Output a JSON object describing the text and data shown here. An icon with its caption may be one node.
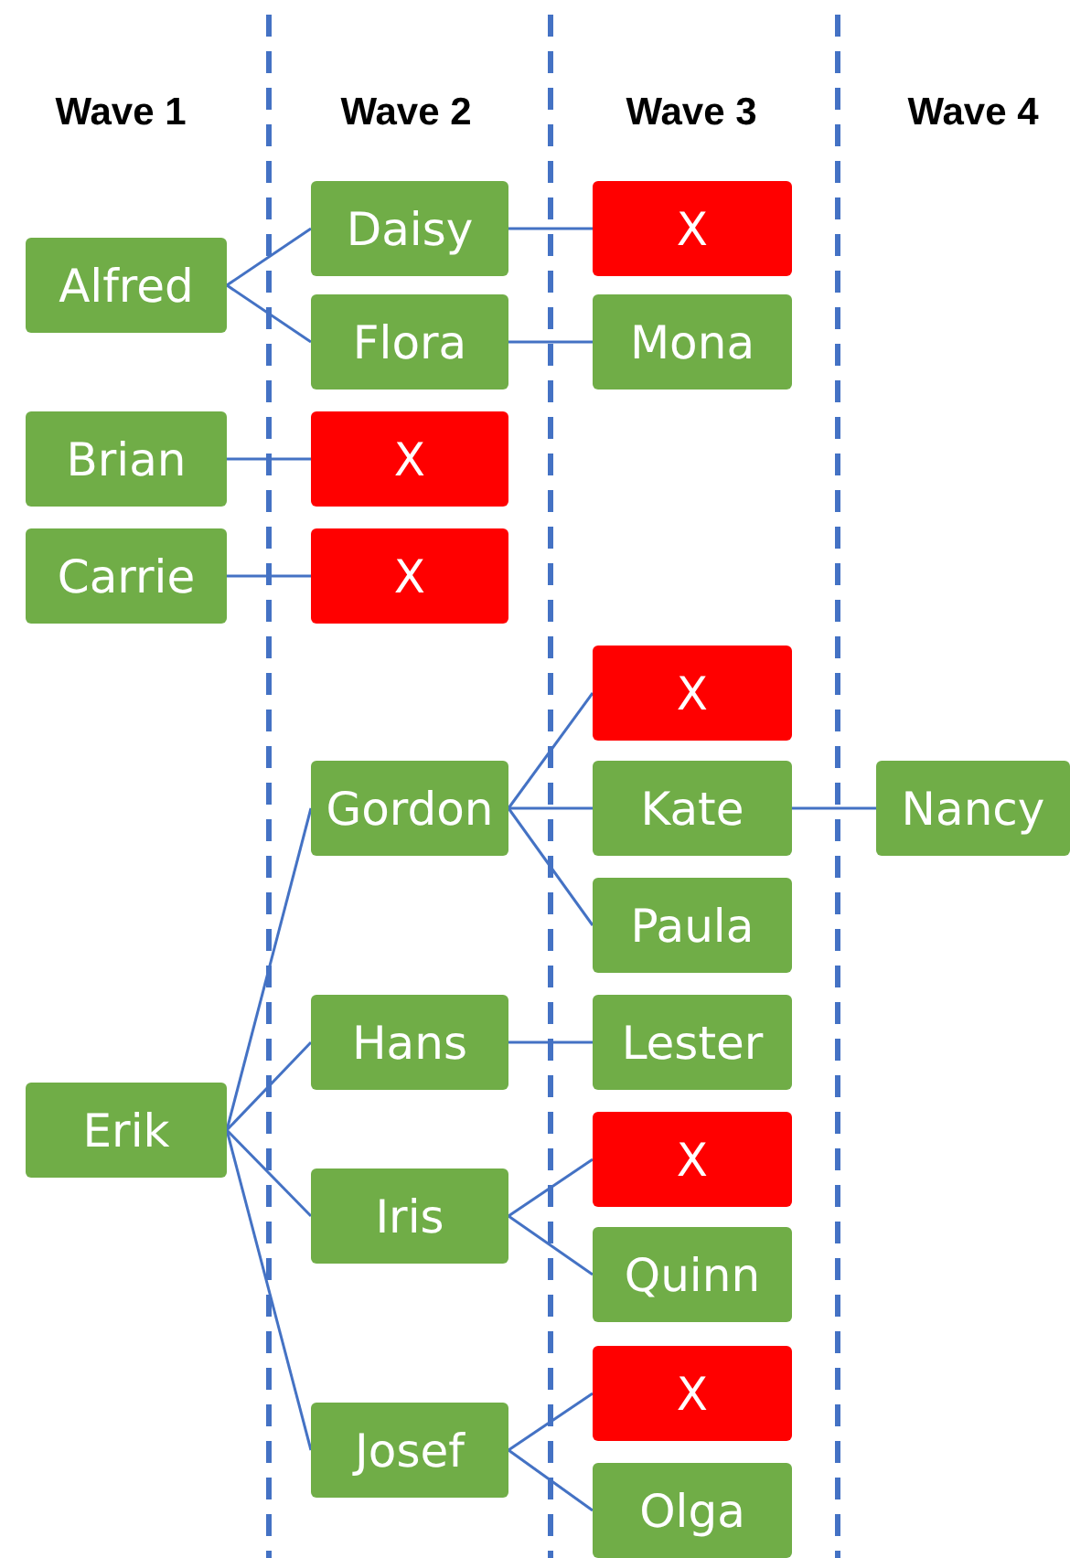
{
  "diagram": {
    "nodes": [
      {
        "text": [
          "Alfred"
        ]
      },
      {
        "text": [
          "Daisy"
        ]
      },
      {
        "text": [
          "X"
        ]
      },
      {
        "text": [
          "Flora"
        ]
      },
      {
        "text": [
          "Mona"
        ]
      },
      {
        "text": [
          "Brian"
        ]
      },
      {
        "text": [
          "X"
        ]
      },
      {
        "text": [
          "Carrie"
        ]
      },
      {
        "text": [
          "X"
        ]
      },
      {
        "text": [
          "X"
        ]
      },
      {
        "text": [
          "Gordon"
        ]
      },
      {
        "text": [
          "Kate"
        ]
      },
      {
        "text": [
          "Nancy"
        ]
      },
      {
        "text": [
          "Paula"
        ]
      },
      {
        "text": [
          "Hans"
        ]
      },
      {
        "text": [
          "Lester"
        ]
      },
      {
        "text": [
          "Erik"
        ]
      },
      {
        "text": [
          "Iris"
        ]
      },
      {
        "text": [
          "X"
        ]
      },
      {
        "text": [
          "Quinn"
        ]
      },
      {
        "text": [
          "Josef"
        ]
      },
      {
        "text": [
          "X"
        ]
      },
      {
        "text": [
          "Olga"
        ]
      }
    ],
    "edges": [
      {
        "from": 0,
        "to": 1,
        "arrow": "none"
      },
      {
        "from": 0,
        "to": 3,
        "arrow": "none"
      },
      {
        "from": 1,
        "to": 2,
        "arrow": "none"
      },
      {
        "from": 3,
        "to": 4,
        "arrow": "none"
      },
      {
        "from": 5,
        "to": 6,
        "arrow": "none"
      },
      {
        "from": 7,
        "to": 8,
        "arrow": "none"
      },
      {
        "from": 10,
        "to": 9,
        "arrow": "none"
      },
      {
        "from": 10,
        "to": 11,
        "arrow": "none"
      },
      {
        "from": 10,
        "to": 13,
        "arrow": "none"
      },
      {
        "from": 11,
        "to": 12,
        "arrow": "none"
      },
      {
        "from": 14,
        "to": 15,
        "arrow": "none"
      },
      {
        "from": 16,
        "to": 10,
        "arrow": "none"
      },
      {
        "from": 16,
        "to": 14,
        "arrow": "none"
      },
      {
        "from": 16,
        "to": 17,
        "arrow": "none"
      },
      {
        "from": 16,
        "to": 20,
        "arrow": "none"
      },
      {
        "from": 17,
        "to": 18,
        "arrow": "none"
      },
      {
        "from": 17,
        "to": 19,
        "arrow": "none"
      },
      {
        "from": 20,
        "to": 21,
        "arrow": "none"
      },
      {
        "from": 20,
        "to": 22,
        "arrow": "none"
      }
    ],
    "labels": [
      "Wave 1",
      "Wave 2",
      "Wave 3",
      "Wave 4"
    ]
  }
}
